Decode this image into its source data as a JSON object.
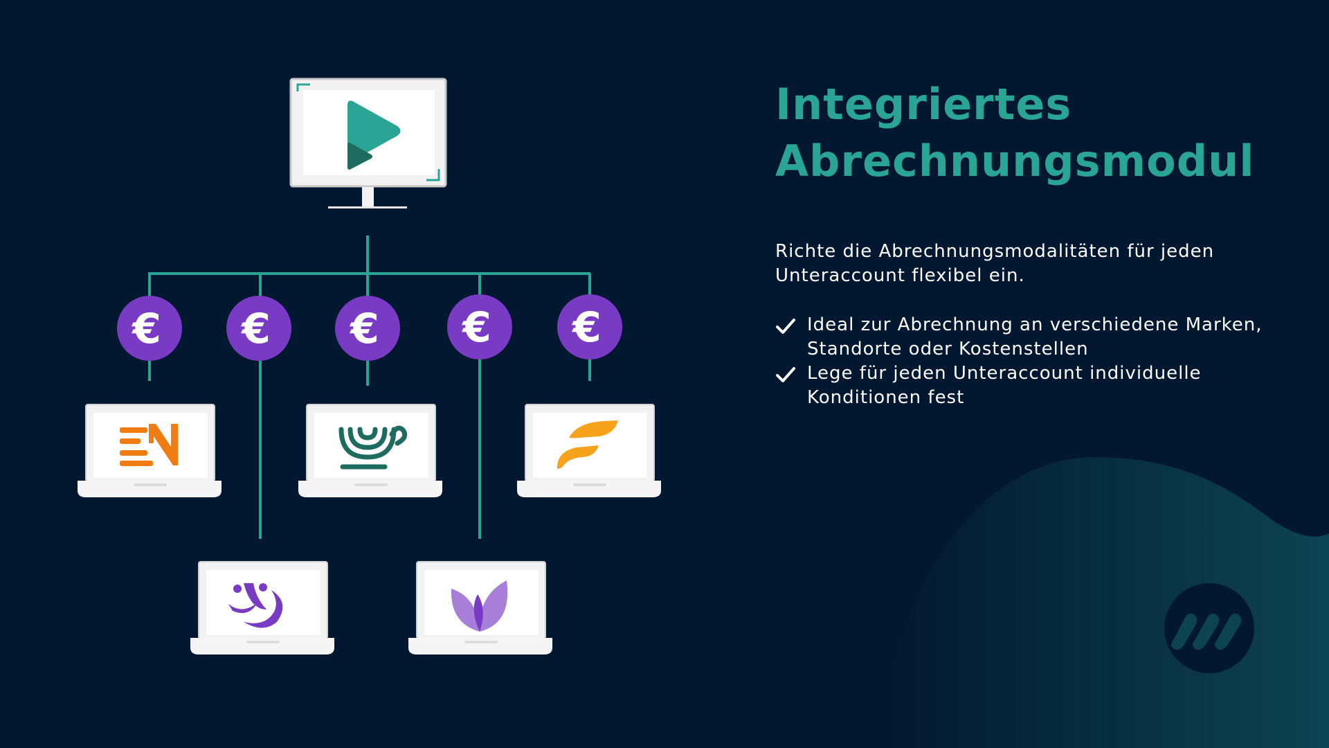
{
  "colors": {
    "background": "#021730",
    "accent": "#2aa595",
    "euro": "#7a3bc4",
    "blob": "#0c3f4e",
    "orange": "#f07c12",
    "orange_light": "#f7a21b",
    "dark_green": "#1e6b60",
    "purple": "#7a3bc4",
    "lilac": "#a77fd9"
  },
  "heading": {
    "line1": "Integriertes",
    "line2": "Abrechnungsmodul"
  },
  "intro": "Richte die Abrechnungsmodalitäten für jeden Unteraccount flexibel ein.",
  "bullets": [
    {
      "icon": "check-icon",
      "text": "Ideal zur Abrechnung an verschiedene Marken, Standorte oder Kostenstellen"
    },
    {
      "icon": "check-icon",
      "text": "Lege für jeden Unteraccount individuelle Konditionen fest"
    }
  ],
  "diagram": {
    "root": {
      "name": "main-monitor",
      "icon": "play-logo-icon"
    },
    "currency_symbol": "€",
    "sub_accounts": [
      {
        "name": "brand-en",
        "icon": "en-logo-icon"
      },
      {
        "name": "brand-people",
        "icon": "people-logo-icon"
      },
      {
        "name": "brand-cup",
        "icon": "cup-logo-icon"
      },
      {
        "name": "brand-leaf",
        "icon": "leaf-logo-icon"
      },
      {
        "name": "brand-f",
        "icon": "f-logo-icon"
      }
    ]
  },
  "corner_logo": {
    "icon": "brand-mark-icon"
  }
}
